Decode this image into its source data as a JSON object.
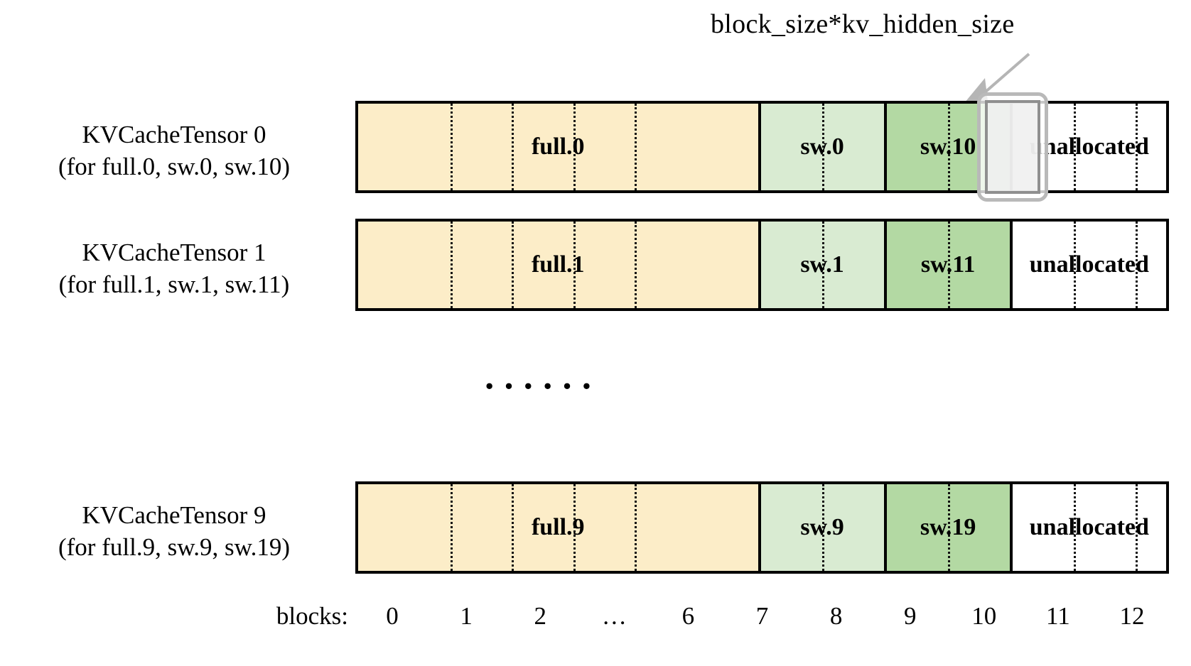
{
  "annotation": {
    "label": "block_size*kv_hidden_size",
    "arrow_icon": "arrow-up-right-icon"
  },
  "rows": [
    {
      "title": "KVCacheTensor 0",
      "subtitle": "(for full.0, sw.0, sw.10)",
      "segments": [
        {
          "label": "full.0",
          "kind": "full",
          "color": "#FCEDC8",
          "blocks": 6.5
        },
        {
          "label": "sw.0",
          "kind": "sw1",
          "color": "#D9EBD2",
          "blocks": 2
        },
        {
          "label": "sw.10",
          "kind": "sw2",
          "color": "#B3D9A3",
          "blocks": 2
        },
        {
          "label": "unallocated",
          "kind": "unal",
          "color": "#FFFFFF",
          "blocks": 2.5
        }
      ],
      "highlighted": true
    },
    {
      "title": "KVCacheTensor 1",
      "subtitle": "(for full.1, sw.1, sw.11)",
      "segments": [
        {
          "label": "full.1",
          "kind": "full",
          "color": "#FCEDC8",
          "blocks": 6.5
        },
        {
          "label": "sw.1",
          "kind": "sw1",
          "color": "#D9EBD2",
          "blocks": 2
        },
        {
          "label": "sw.11",
          "kind": "sw2",
          "color": "#B3D9A3",
          "blocks": 2
        },
        {
          "label": "unallocated",
          "kind": "unal",
          "color": "#FFFFFF",
          "blocks": 2.5
        }
      ],
      "highlighted": false
    },
    {
      "title": "KVCacheTensor 9",
      "subtitle": "(for full.9, sw.9, sw.19)",
      "segments": [
        {
          "label": "full.9",
          "kind": "full",
          "color": "#FCEDC8",
          "blocks": 6.5
        },
        {
          "label": "sw.9",
          "kind": "sw1",
          "color": "#D9EBD2",
          "blocks": 2
        },
        {
          "label": "sw.19",
          "kind": "sw2",
          "color": "#B3D9A3",
          "blocks": 2
        },
        {
          "label": "unallocated",
          "kind": "unal",
          "color": "#FFFFFF",
          "blocks": 2.5
        }
      ],
      "highlighted": false
    }
  ],
  "row_gap_ellipsis": "······",
  "axis": {
    "caption": "blocks:",
    "ticks": [
      "0",
      "1",
      "2",
      "…",
      "6",
      "7",
      "8",
      "9",
      "10",
      "11",
      "12"
    ]
  },
  "colors": {
    "full": "#FCEDC8",
    "sw_light": "#D9EBD2",
    "sw_dark": "#B3D9A3",
    "unallocated": "#FFFFFF",
    "border": "#000000",
    "highlight_outer": "#B9B9B9",
    "highlight_inner": "#8F8F8F",
    "highlight_fill": "#EEEEEE"
  }
}
